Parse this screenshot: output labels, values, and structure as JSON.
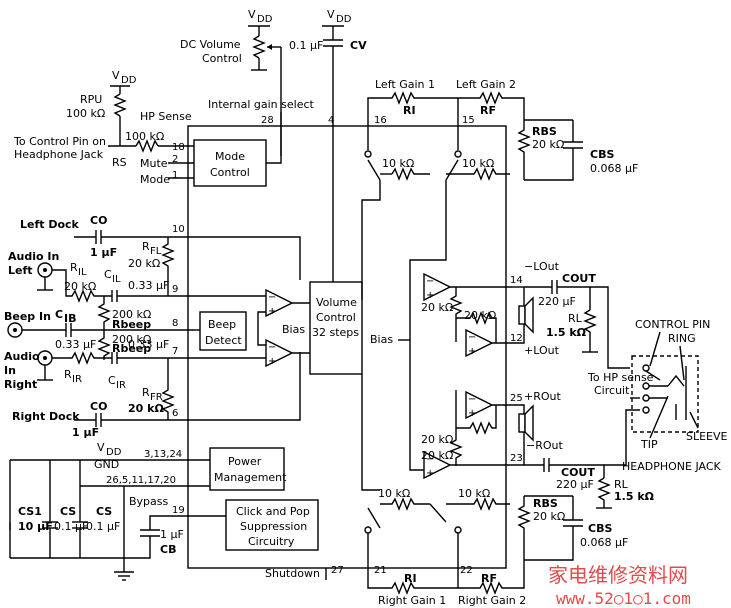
{
  "labels": {
    "vdd_1": "V",
    "vdd_1_sub": "DD",
    "vdd_2": "V",
    "vdd_2_sub": "DD",
    "vdd_3": "V",
    "vdd_3_sub": "DD",
    "vdd_4": "V",
    "vdd_4_sub": "DD",
    "dc_volume": "DC Volume",
    "control": "Control",
    "cap_01": "0.1 μF",
    "cv": "CV",
    "rpu": "RPU",
    "rpu_val": "100 kΩ",
    "to_control_pin": "To Control Pin on",
    "headphone_jack_txt": "Headphone Jack",
    "hp_sense": "HP Sense",
    "rs_val": "100 kΩ",
    "rs": "RS",
    "mute": "Mute",
    "mode": "Mode",
    "internal_gain": "Internal gain select",
    "left_gain_1": "Left Gain 1",
    "left_gain_2": "Left Gain 2",
    "ri_top": "RI",
    "rf_top": "RF",
    "rbs_top": "RBS",
    "rbs_top_val": "20 kΩ",
    "cbs_top": "CBS",
    "cbs_top_val": "0.068 μF",
    "left_dock": "Left Dock",
    "co_top": "CO",
    "co_top_val": "1 μF",
    "rfl": "R",
    "rfl_sub": "FL",
    "rfl_val": "20 kΩ",
    "audio_in_left_1": "Audio In",
    "audio_in_left_2": "Left",
    "ril": "R",
    "ril_sub": "IL",
    "ril_val": "20 kΩ",
    "cil": "C",
    "cil_sub": "IL",
    "cil_val": "0.33 μF",
    "beep_in": "Beep In",
    "cib": "C",
    "cib_sub": "IB",
    "cib_val": "0.33 μF",
    "r200a": "200 kΩ",
    "rbeep_a": "Rbeep",
    "r200b": "200 kΩ",
    "rbeep_b": "Rbeep",
    "audio_in_right_1": "Audio",
    "audio_in_right_2": "In",
    "audio_in_right_3": "Right",
    "rir": "R",
    "rir_sub": "IR",
    "cir": "C",
    "cir_sub": "IR",
    "cir_val": "0.33 μF",
    "rfr": "R",
    "rfr_sub": "FR",
    "rfr_val": "20 kΩ",
    "right_dock": "Right Dock",
    "co_bot": "CO",
    "co_bot_val": "1 μF",
    "mode_control_1": "Mode",
    "mode_control_2": "Control",
    "beep_detect_1": "Beep",
    "beep_detect_2": "Detect",
    "bias_1": "Bias",
    "volume_control_1": "Volume",
    "volume_control_2": "Control",
    "volume_control_3": "32 steps",
    "bias_2": "Bias",
    "r10k_1": "10 kΩ",
    "r10k_2": "10 kΩ",
    "r10k_3": "10 kΩ",
    "r10k_4": "10 kΩ",
    "r20k_1": "20 kΩ",
    "r20k_2": "20 kΩ",
    "r20k_3": "20 kΩ",
    "r20k_4": "20 kΩ",
    "lout_minus": "−LOut",
    "lout_plus": "+LOut",
    "rout_plus": "+ROut",
    "rout_minus": "−ROut",
    "cout_top": "COUT",
    "cout_top_val": "220 μF",
    "cout_bot": "COUT",
    "cout_bot_val": "220 μF",
    "rl_top": "RL",
    "rl_top_val": "1.5 kΩ",
    "rl_bot": "RL",
    "rl_bot_val": "1.5 kΩ",
    "control_pin": "CONTROL PIN",
    "ring": "RING",
    "to_hp_sense_1": "To HP sense",
    "to_hp_sense_2": "Circuit",
    "tip": "TIP",
    "sleeve": "SLEEVE",
    "headphone_jack": "HEADPHONE JACK",
    "power_mgmt_1": "Power",
    "power_mgmt_2": "Management",
    "pins_vdd": "3,13,24",
    "gnd": "GND",
    "pins_gnd": "26,5,11,17,20",
    "bypass": "Bypass",
    "click_pop_1": "Click and Pop",
    "click_pop_2": "Suppression",
    "click_pop_3": "Circuitry",
    "cs1": "CS1",
    "cs1_val": "10 μF",
    "cs_a": "CS",
    "cs_a_val": "0.1 μF",
    "cs_b": "CS",
    "cs_b_val": "0.1 μF",
    "cb": "CB",
    "cb_val": "1 μF",
    "shutdown": "Shutdown",
    "ri_bot": "RI",
    "rf_bot": "RF",
    "right_gain_1": "Right Gain 1",
    "right_gain_2": "Right Gain 2",
    "rbs_bot": "RBS",
    "rbs_bot_val": "20 kΩ",
    "cbs_bot": "CBS",
    "cbs_bot_val": "0.068 μF",
    "watermark_cn": "家电维修资料网",
    "watermark_url": "www.52○1○1.com"
  },
  "pins": {
    "p18": "18",
    "p2": "2",
    "p1": "1",
    "p28": "28",
    "p4": "4",
    "p16": "16",
    "p15": "15",
    "p10": "10",
    "p9": "9",
    "p8": "8",
    "p7": "7",
    "p6": "6",
    "p14": "14",
    "p12": "12",
    "p25": "25",
    "p23": "23",
    "p19": "19",
    "p27": "27",
    "p21": "21",
    "p22": "22"
  }
}
